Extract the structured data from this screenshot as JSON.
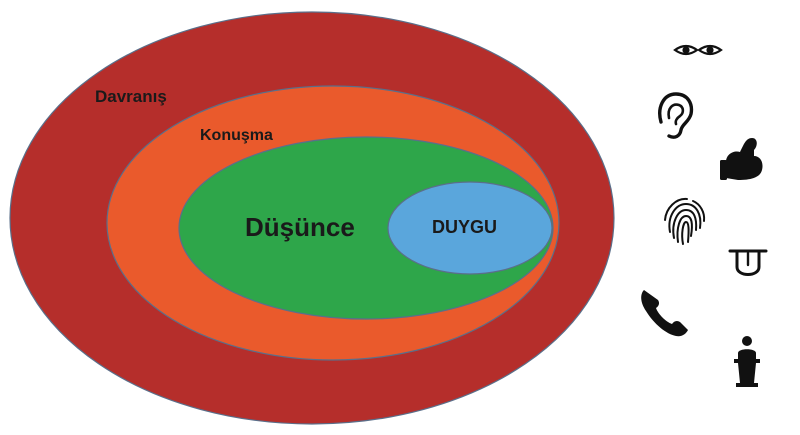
{
  "colors": {
    "behavior": "#b52e2b",
    "speech": "#ea5a2c",
    "thought": "#2ea64a",
    "emotion": "#5aa6dc",
    "outline": "#5a6f8a",
    "text": "#1a1a1a",
    "icon": "#111111"
  },
  "layers": {
    "behavior": {
      "label": "Davranış"
    },
    "speech": {
      "label": "Konuşma"
    },
    "thought": {
      "label": "Düşünce"
    },
    "emotion": {
      "label": "DUYGU"
    }
  },
  "icons": [
    {
      "name": "eyes-icon"
    },
    {
      "name": "ear-icon"
    },
    {
      "name": "flexed-arm-icon"
    },
    {
      "name": "fingerprint-icon"
    },
    {
      "name": "tongue-icon"
    },
    {
      "name": "phone-icon"
    },
    {
      "name": "podium-speaker-icon"
    }
  ]
}
